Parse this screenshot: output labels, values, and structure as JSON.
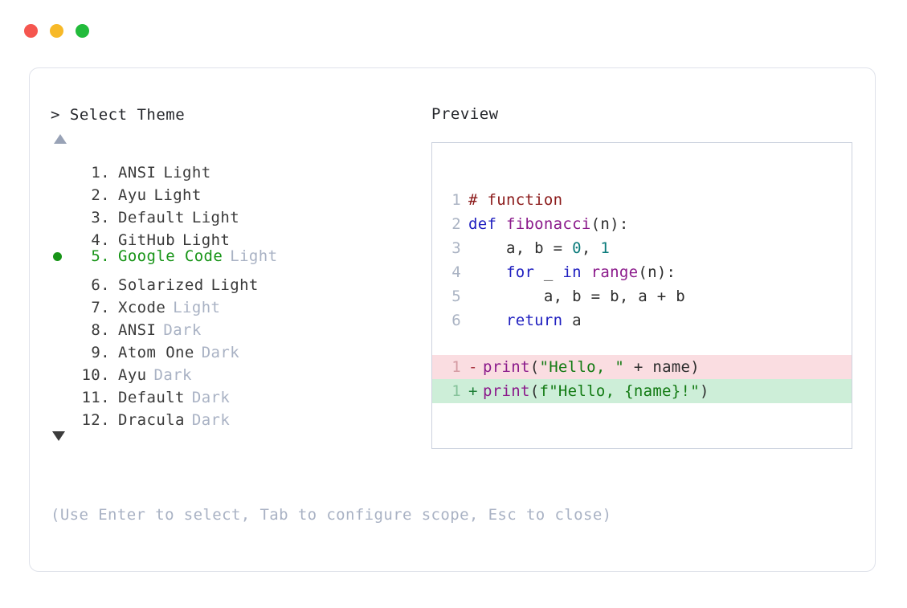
{
  "window": {
    "traffic_lights": [
      {
        "name": "close",
        "color": "#f5564f"
      },
      {
        "name": "minimize",
        "color": "#f7b928"
      },
      {
        "name": "maximize",
        "color": "#22bb3b"
      }
    ]
  },
  "selector": {
    "prompt": "> Select Theme",
    "scroll_up_icon": "triangle-up-icon",
    "scroll_down_icon": "triangle-down-icon",
    "selected_index": 5,
    "selected_color": "#179417",
    "items": [
      {
        "index": "1.",
        "name": "ANSI",
        "variant": "Light",
        "variant_dim": false,
        "selected": false
      },
      {
        "index": "2.",
        "name": "Ayu",
        "variant": "Light",
        "variant_dim": false,
        "selected": false
      },
      {
        "index": "3.",
        "name": "Default",
        "variant": "Light",
        "variant_dim": false,
        "selected": false
      },
      {
        "index": "4.",
        "name": "GitHub",
        "variant": "Light",
        "variant_dim": false,
        "selected": false
      },
      {
        "index": "5.",
        "name": "Google Code",
        "variant": "Light",
        "variant_dim": true,
        "selected": true
      },
      {
        "index": "6.",
        "name": "Solarized",
        "variant": "Light",
        "variant_dim": false,
        "selected": false
      },
      {
        "index": "7.",
        "name": "Xcode",
        "variant": "Light",
        "variant_dim": true,
        "selected": false
      },
      {
        "index": "8.",
        "name": "ANSI",
        "variant": "Dark",
        "variant_dim": true,
        "selected": false
      },
      {
        "index": "9.",
        "name": "Atom One",
        "variant": "Dark",
        "variant_dim": true,
        "selected": false
      },
      {
        "index": "10.",
        "name": "Ayu",
        "variant": "Dark",
        "variant_dim": true,
        "selected": false
      },
      {
        "index": "11.",
        "name": "Default",
        "variant": "Dark",
        "variant_dim": true,
        "selected": false
      },
      {
        "index": "12.",
        "name": "Dracula",
        "variant": "Dark",
        "variant_dim": true,
        "selected": false
      }
    ]
  },
  "hint": "(Use Enter to select, Tab to configure scope, Esc to close)",
  "preview": {
    "label": "Preview",
    "code_lines": [
      {
        "num": "1",
        "tokens": [
          {
            "t": "# function",
            "c": "tok-comment"
          }
        ]
      },
      {
        "num": "2",
        "tokens": [
          {
            "t": "def ",
            "c": "tok-kw"
          },
          {
            "t": "fibonacci",
            "c": "tok-fn"
          },
          {
            "t": "(n):",
            "c": "tok-plain"
          }
        ]
      },
      {
        "num": "3",
        "tokens": [
          {
            "t": "    a, b = ",
            "c": "tok-plain"
          },
          {
            "t": "0",
            "c": "tok-num"
          },
          {
            "t": ", ",
            "c": "tok-plain"
          },
          {
            "t": "1",
            "c": "tok-num"
          }
        ]
      },
      {
        "num": "4",
        "tokens": [
          {
            "t": "    ",
            "c": "tok-plain"
          },
          {
            "t": "for",
            "c": "tok-kw"
          },
          {
            "t": " _ ",
            "c": "tok-plain"
          },
          {
            "t": "in",
            "c": "tok-kw"
          },
          {
            "t": " ",
            "c": "tok-plain"
          },
          {
            "t": "range",
            "c": "tok-fn"
          },
          {
            "t": "(n):",
            "c": "tok-plain"
          }
        ]
      },
      {
        "num": "5",
        "tokens": [
          {
            "t": "        a, b = b, a + b",
            "c": "tok-plain"
          }
        ]
      },
      {
        "num": "6",
        "tokens": [
          {
            "t": "    ",
            "c": "tok-plain"
          },
          {
            "t": "return",
            "c": "tok-kw"
          },
          {
            "t": " a",
            "c": "tok-plain"
          }
        ]
      }
    ],
    "diff_lines": [
      {
        "num": "1",
        "sign": "-",
        "kind": "del",
        "tokens": [
          {
            "t": "print",
            "c": "tok-fn"
          },
          {
            "t": "(",
            "c": "tok-plain"
          },
          {
            "t": "\"Hello, \"",
            "c": "tok-str"
          },
          {
            "t": " + name)",
            "c": "tok-plain"
          }
        ]
      },
      {
        "num": "1",
        "sign": "+",
        "kind": "add",
        "tokens": [
          {
            "t": "print",
            "c": "tok-fn"
          },
          {
            "t": "(",
            "c": "tok-plain"
          },
          {
            "t": "f\"Hello, {name}!\"",
            "c": "tok-str"
          },
          {
            "t": ")",
            "c": "tok-plain"
          }
        ]
      }
    ]
  },
  "colors": {
    "page_background": "#ffffff",
    "card_border": "#dfe2ea",
    "preview_border": "#ccd2de",
    "dim_text": "#a9b2c4",
    "body_text": "#3a3a3a",
    "accent_green": "#179417",
    "diff_del_bg": "#fadde1",
    "diff_add_bg": "#cdeed8"
  }
}
